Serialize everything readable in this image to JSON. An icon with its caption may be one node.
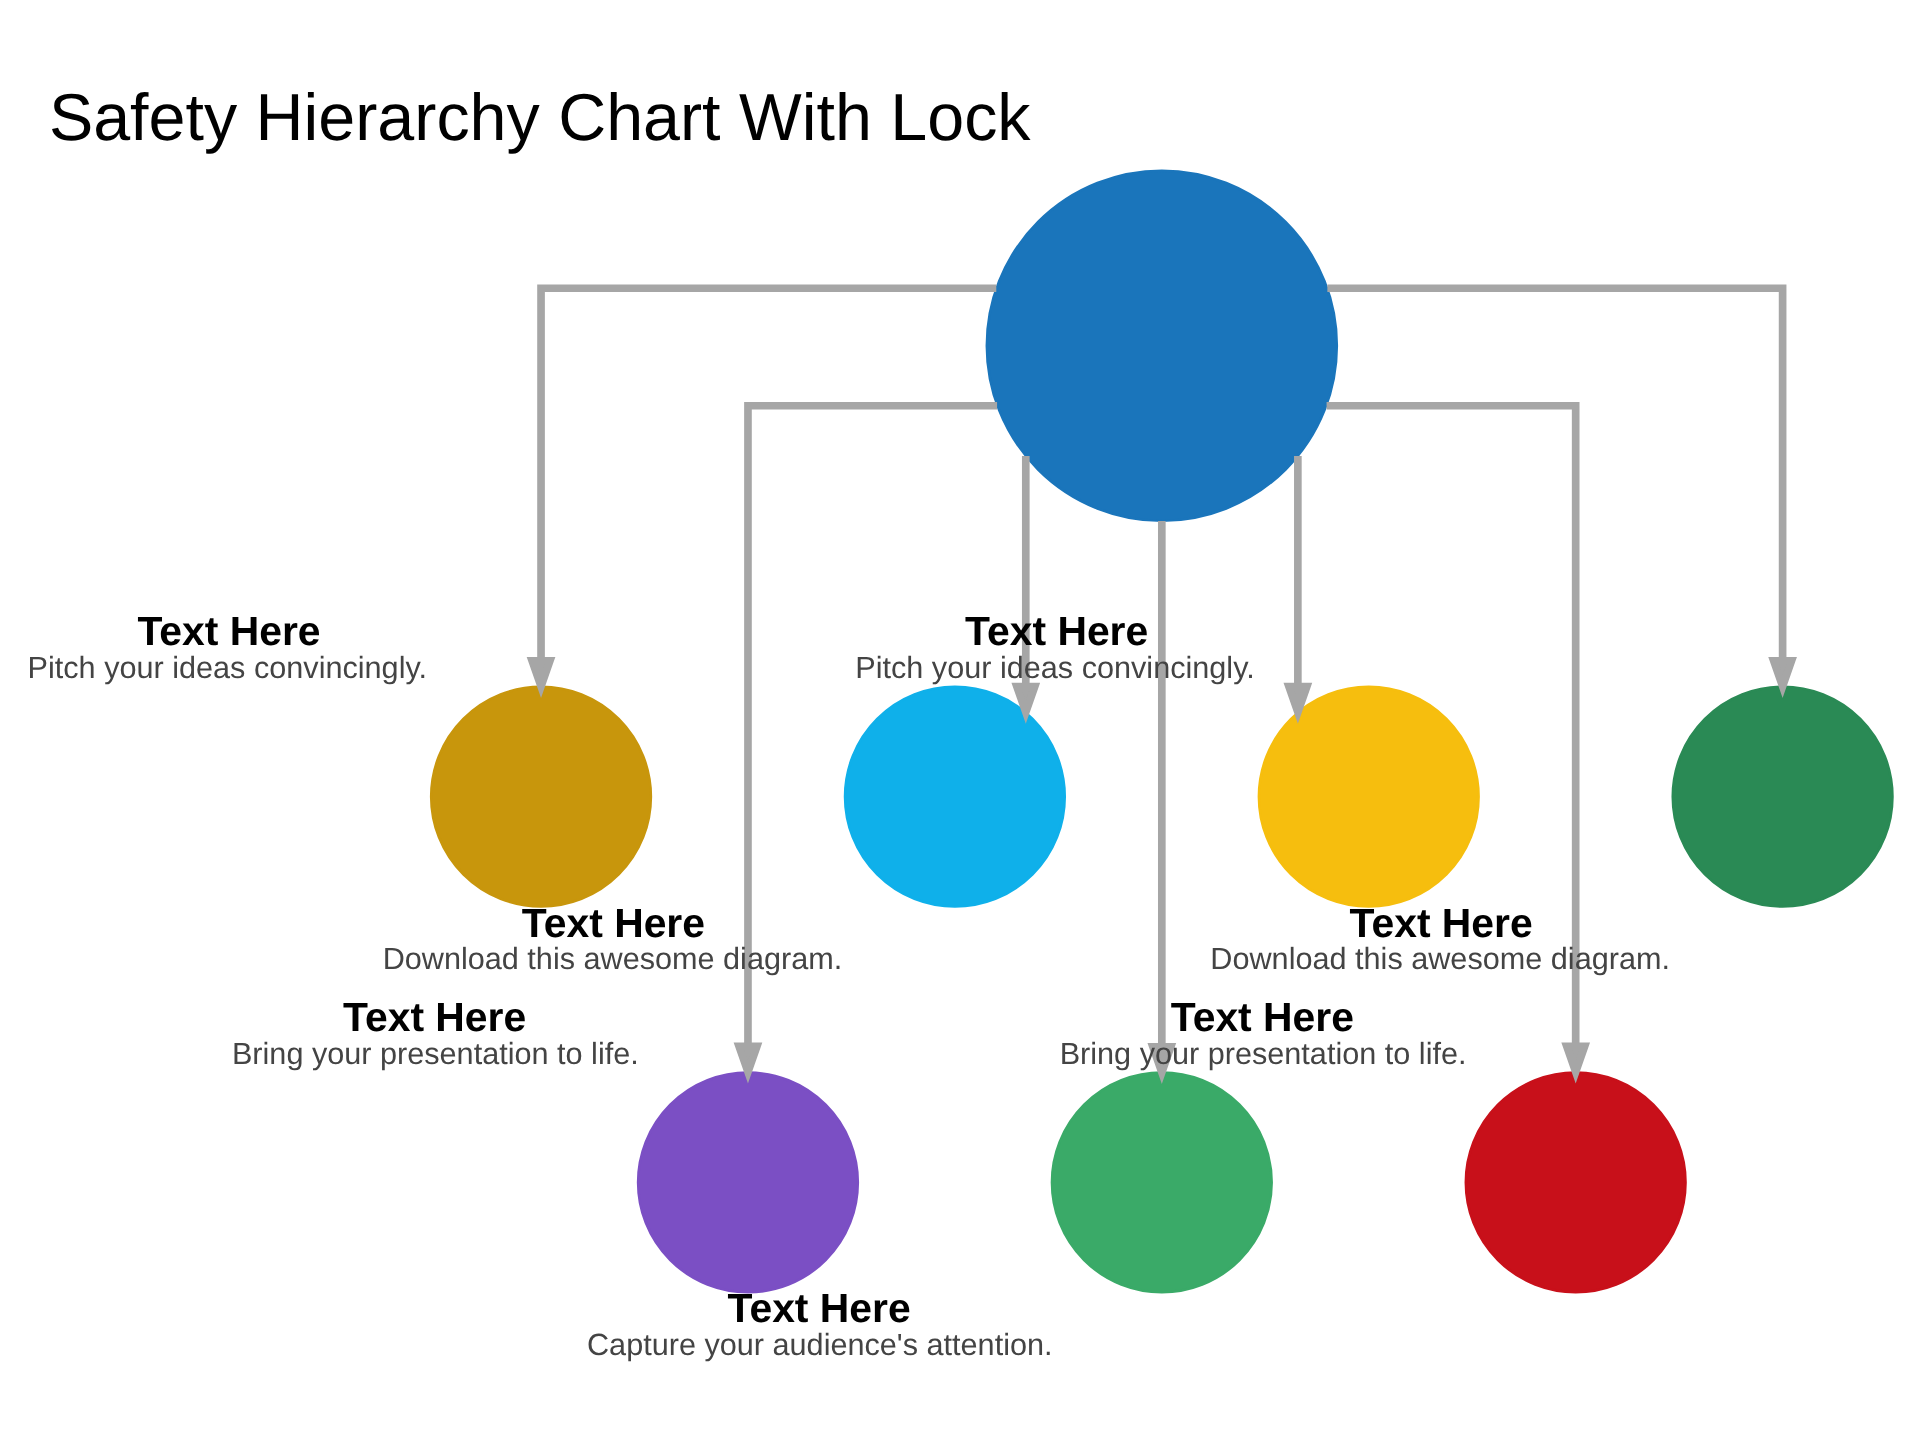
{
  "diagram": {
    "title": "Safety Hierarchy Chart With Lock",
    "nodes": [
      {
        "text": [],
        "shape": "circle"
      },
      {
        "text": [],
        "shape": "circle",
        "beside": [
          "Text Here",
          "Pitch your ideas convincingly."
        ]
      },
      {
        "text": [],
        "shape": "circle",
        "beside": [
          "Text Here",
          "Bring your presentation to life."
        ]
      },
      {
        "text": [],
        "shape": "circle",
        "beside": [
          "Text Here",
          "Download this awesome diagram."
        ]
      },
      {
        "text": [],
        "shape": "circle",
        "beside": [
          "Text Here",
          "Capture your audience's attention."
        ]
      },
      {
        "text": [],
        "shape": "circle",
        "beside": [
          "Text Here",
          "Pitch your ideas convincingly."
        ]
      },
      {
        "text": [],
        "shape": "circle",
        "beside": [
          "Text Here",
          "Bring your presentation to life."
        ]
      },
      {
        "text": [],
        "shape": "circle",
        "beside": [
          "Text Here",
          "Download this awesome diagram."
        ]
      }
    ],
    "edges": [
      {
        "from": 0,
        "to": 1,
        "arrow": "to"
      },
      {
        "from": 0,
        "to": 2,
        "arrow": "to"
      },
      {
        "from": 0,
        "to": 3,
        "arrow": "to"
      },
      {
        "from": 0,
        "to": 4,
        "arrow": "to"
      },
      {
        "from": 0,
        "to": 5,
        "arrow": "to"
      },
      {
        "from": 0,
        "to": 6,
        "arrow": "to"
      },
      {
        "from": 0,
        "to": 7,
        "arrow": "to"
      }
    ]
  }
}
